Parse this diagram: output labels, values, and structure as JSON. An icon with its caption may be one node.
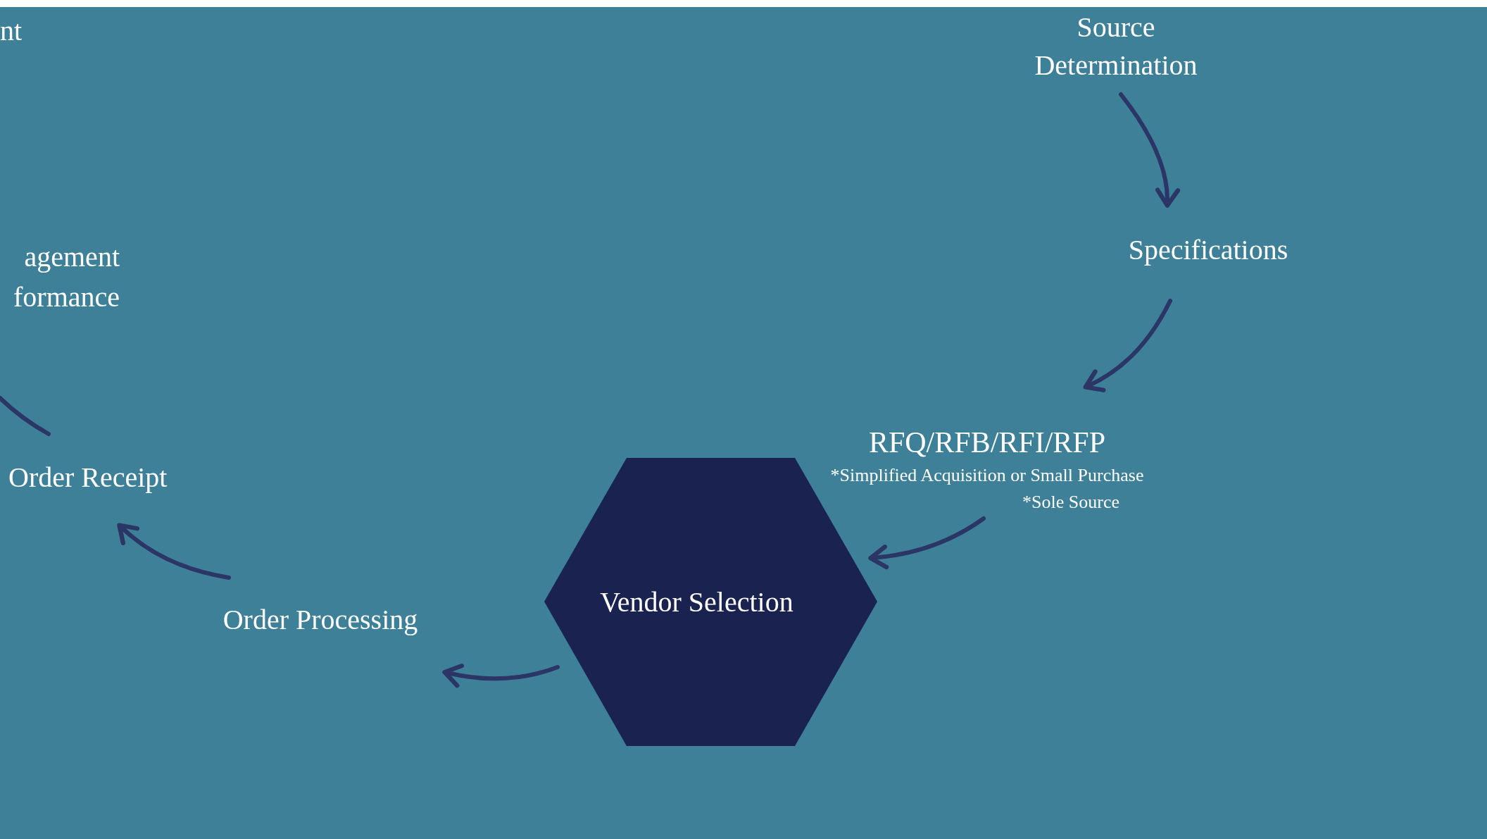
{
  "diagram": {
    "nodes": [
      {
        "text": [
          "nt"
        ]
      },
      {
        "text": [
          "agement formance"
        ]
      },
      {
        "text": [
          "Source Determination"
        ]
      },
      {
        "text": [
          "Specifications"
        ]
      },
      {
        "text": [
          "RFQ/RFB/RFI/RFP",
          "*Simplified Acquisition or Small Purchase",
          "*Sole Source"
        ]
      },
      {
        "text": [
          "Vendor Selection"
        ]
      },
      {
        "text": [
          "Order Processing"
        ]
      },
      {
        "text": [
          "Order Receipt"
        ]
      }
    ],
    "edges": [
      {
        "from": 2,
        "to": 3,
        "arrow": "to"
      },
      {
        "from": 3,
        "to": 4,
        "arrow": "to"
      },
      {
        "from": 4,
        "to": 5,
        "arrow": "to"
      },
      {
        "from": 5,
        "to": 6,
        "arrow": "to"
      },
      {
        "from": 6,
        "to": 7,
        "arrow": "to"
      },
      {
        "from": 7,
        "to": null,
        "arrow": "none"
      }
    ]
  }
}
